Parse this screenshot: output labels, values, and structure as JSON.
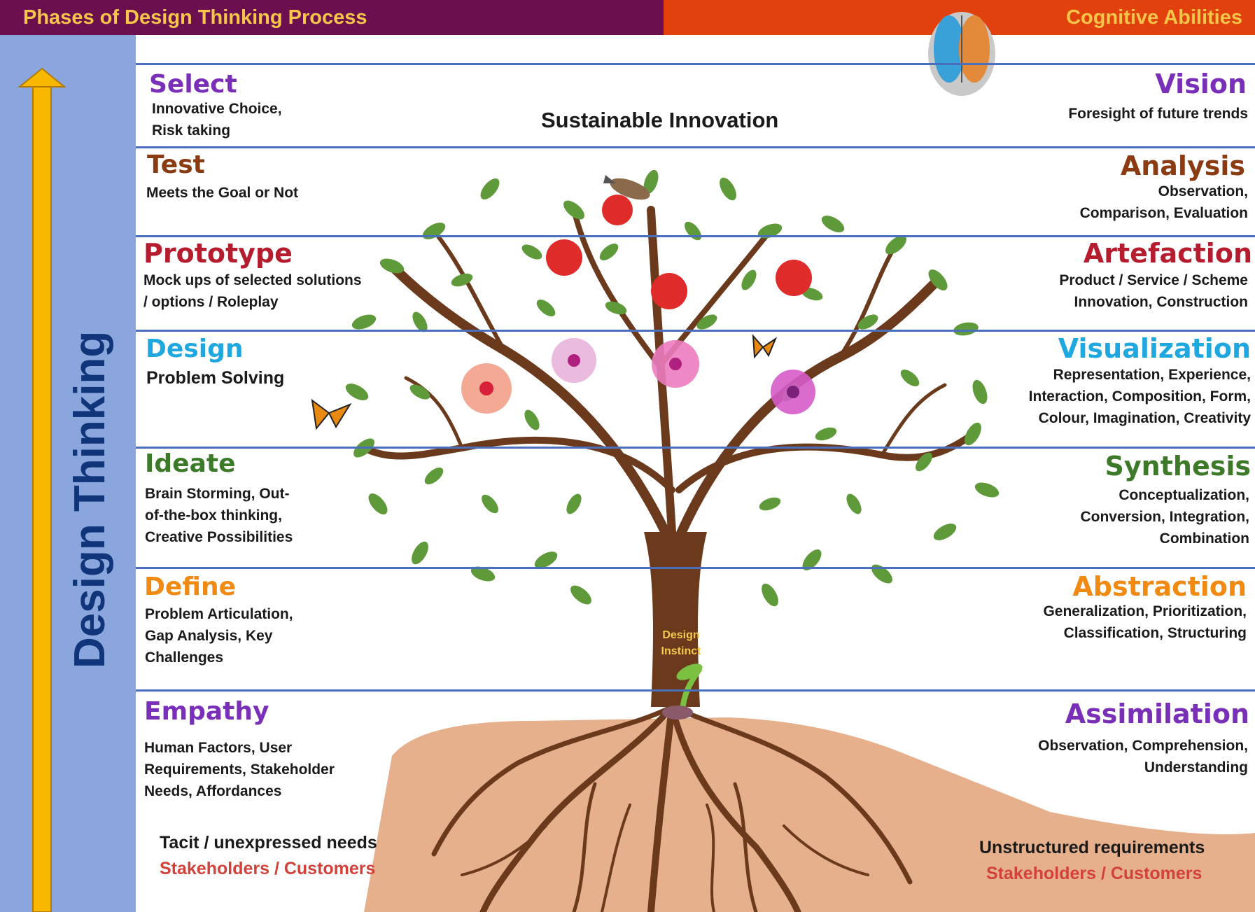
{
  "header": {
    "left_title": "Phases of Design Thinking Process",
    "right_title": "Cognitive Abilities"
  },
  "axis_label": "Design Thinking",
  "center": {
    "top_label": "Sustainable Innovation",
    "root_label_line1": "Design",
    "root_label_line2": "Instinct"
  },
  "phases": [
    {
      "title": "Select",
      "color": "#7a2fb8",
      "lines": [
        "Innovative Choice,",
        "Risk taking"
      ]
    },
    {
      "title": "Test",
      "color": "#8a3b12",
      "lines": [
        "Meets the Goal or Not"
      ]
    },
    {
      "title": "Prototype",
      "color": "#b51d2e",
      "lines": [
        "Mock ups of selected solutions",
        "/ options / Roleplay"
      ]
    },
    {
      "title": "Design",
      "color": "#1fa8e0",
      "lines": [
        "Problem Solving"
      ]
    },
    {
      "title": "Ideate",
      "color": "#3c7a2a",
      "lines": [
        "Brain Storming, Out-",
        "of-the-box thinking,",
        "Creative Possibilities"
      ]
    },
    {
      "title": "Define",
      "color": "#f08a12",
      "lines": [
        "Problem Articulation,",
        "Gap Analysis, Key",
        "Challenges"
      ]
    },
    {
      "title": "Empathy",
      "color": "#7a2fb8",
      "lines": [
        "Human Factors, User",
        "Requirements, Stakeholder",
        "Needs, Affordances"
      ]
    }
  ],
  "abilities": [
    {
      "title": "Vision",
      "color": "#7a2fb8",
      "lines": [
        "Foresight of future trends"
      ]
    },
    {
      "title": "Analysis",
      "color": "#8a3b12",
      "lines": [
        "Observation,",
        "Comparison, Evaluation"
      ]
    },
    {
      "title": "Artefaction",
      "color": "#b51d2e",
      "lines": [
        "Product / Service / Scheme",
        "Innovation, Construction"
      ]
    },
    {
      "title": "Visualization",
      "color": "#1fa8e0",
      "lines": [
        "Representation, Experience,",
        "Interaction, Composition, Form,",
        "Colour, Imagination, Creativity"
      ]
    },
    {
      "title": "Synthesis",
      "color": "#3c7a2a",
      "lines": [
        "Conceptualization,",
        "Conversion, Integration,",
        "Combination"
      ]
    },
    {
      "title": "Abstraction",
      "color": "#f08a12",
      "lines": [
        "Generalization, Prioritization,",
        "Classification, Structuring"
      ]
    },
    {
      "title": "Assimilation",
      "color": "#7a2fb8",
      "lines": [
        "Observation, Comprehension,",
        "Understanding"
      ]
    }
  ],
  "bottom": {
    "left_line1": "Tacit / unexpressed needs",
    "left_line2": "Stakeholders / Customers",
    "right_line1": "Unstructured requirements",
    "right_line2": "Stakeholders / Customers",
    "line2_color": "#d2423a"
  }
}
